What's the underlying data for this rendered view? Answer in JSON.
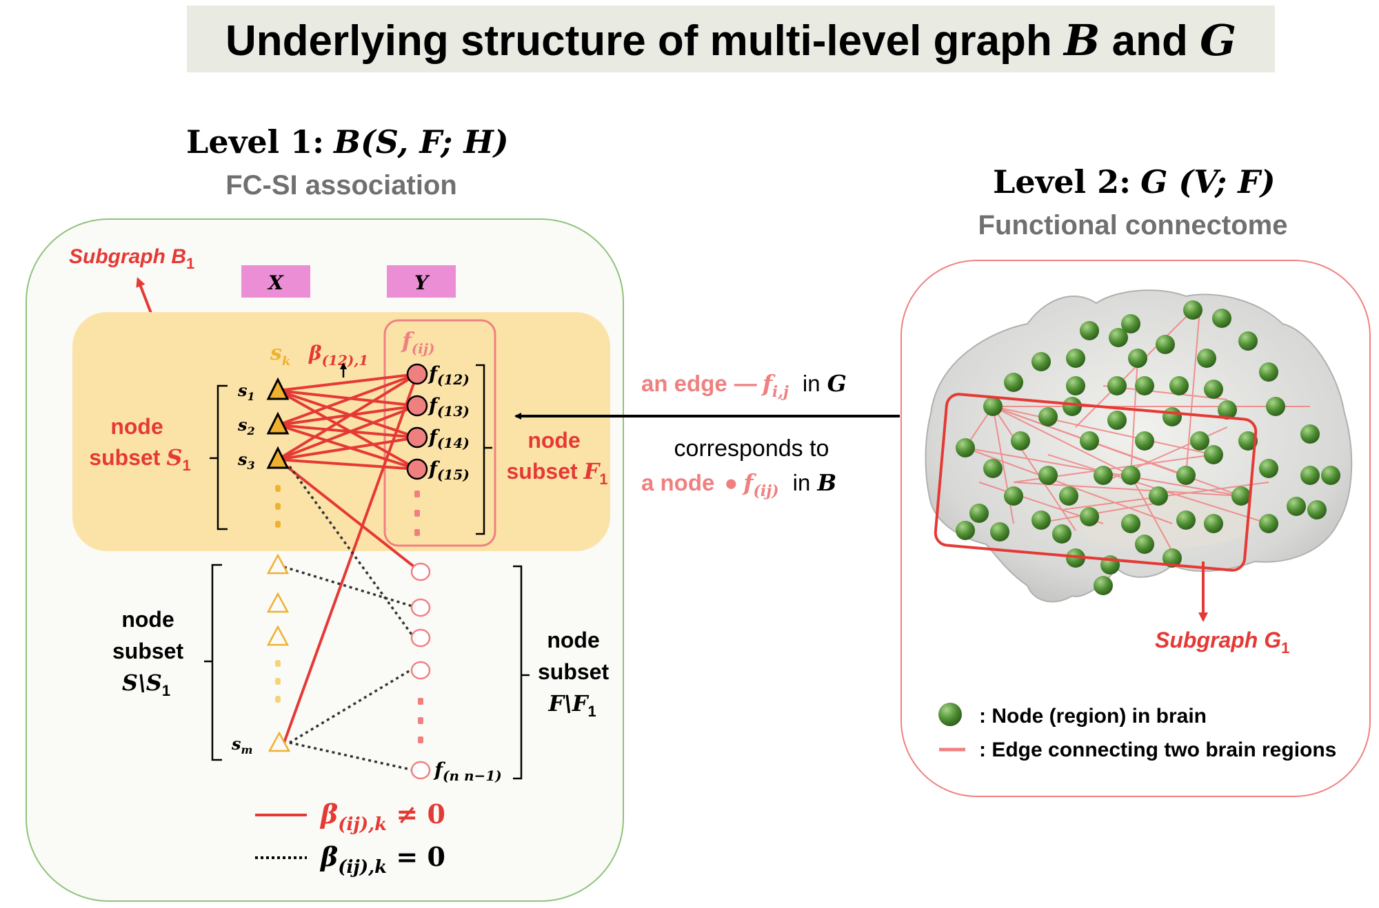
{
  "title": {
    "prefix": "Underlying structure of multi-level graph ",
    "var_b": "B",
    "and": " and ",
    "var_g": "G"
  },
  "level1": {
    "heading_prefix": "Level 1:",
    "heading_formula": "B(S, F; H)",
    "subtitle": "FC-SI association",
    "subgraph_label": "Subgraph B",
    "subgraph_sub": "1",
    "x_label": "X",
    "y_label": "Y",
    "sk_label": "s",
    "sk_sub": "k",
    "beta_label": "β",
    "beta_sub": "(12),1",
    "fij_label": "f",
    "fij_sub": "(ij)",
    "s_nodes": [
      {
        "name": "s",
        "sub": "1"
      },
      {
        "name": "s",
        "sub": "2"
      },
      {
        "name": "s",
        "sub": "3"
      }
    ],
    "sm": {
      "name": "s",
      "sub": "m"
    },
    "f_nodes": [
      {
        "name": "f",
        "sub": "(12)"
      },
      {
        "name": "f",
        "sub": "(13)"
      },
      {
        "name": "f",
        "sub": "(14)"
      },
      {
        "name": "f",
        "sub": "(15)"
      }
    ],
    "f_last": {
      "name": "f",
      "sub": "(n n−1)"
    },
    "node_subset_s1": {
      "line1": "node",
      "line2": "subset",
      "sym": "S",
      "sub": "1"
    },
    "node_subset_f1": {
      "line1": "node",
      "line2": "subset",
      "sym": "F",
      "sub": "1"
    },
    "node_subset_s_minus": {
      "line1": "node",
      "line2": "subset",
      "line3": "S\\S",
      "sub": "1"
    },
    "node_subset_f_minus": {
      "line1": "node",
      "line2": "subset",
      "line3": "F\\F",
      "sub": "1"
    },
    "legend_nonzero": {
      "sym": "β",
      "sub": "(ij),k",
      "rel": " ≠ 0"
    },
    "legend_zero": {
      "sym": "β",
      "sub": "(ij),k",
      "rel": " = 0"
    }
  },
  "middle": {
    "edge_text": "an edge",
    "edge_sym": "f",
    "edge_sub": "i,j",
    "in_g": "in",
    "g": "G",
    "corresponds": "corresponds to",
    "node_text": "a node",
    "node_sym": "f",
    "node_sub": "(ij)",
    "in_b": "in",
    "b": "B"
  },
  "level2": {
    "heading_prefix": "Level 2:",
    "heading_formula": "G (V; F)",
    "subtitle": "Functional connectome",
    "subgraph_label": "Subgraph G",
    "subgraph_sub": "1",
    "legend_node": ": Node (region) in brain",
    "legend_edge": ": Edge connecting two brain regions"
  },
  "colors": {
    "red": "#e53935",
    "pink": "#f08080",
    "yellow_band": "#fbe3a8",
    "orange_triangle": "#f0b030",
    "magenta_box": "#ec8ed6",
    "gray": "#707070",
    "green_node": "#4c8a2e",
    "title_bg": "#e9ebe3"
  }
}
